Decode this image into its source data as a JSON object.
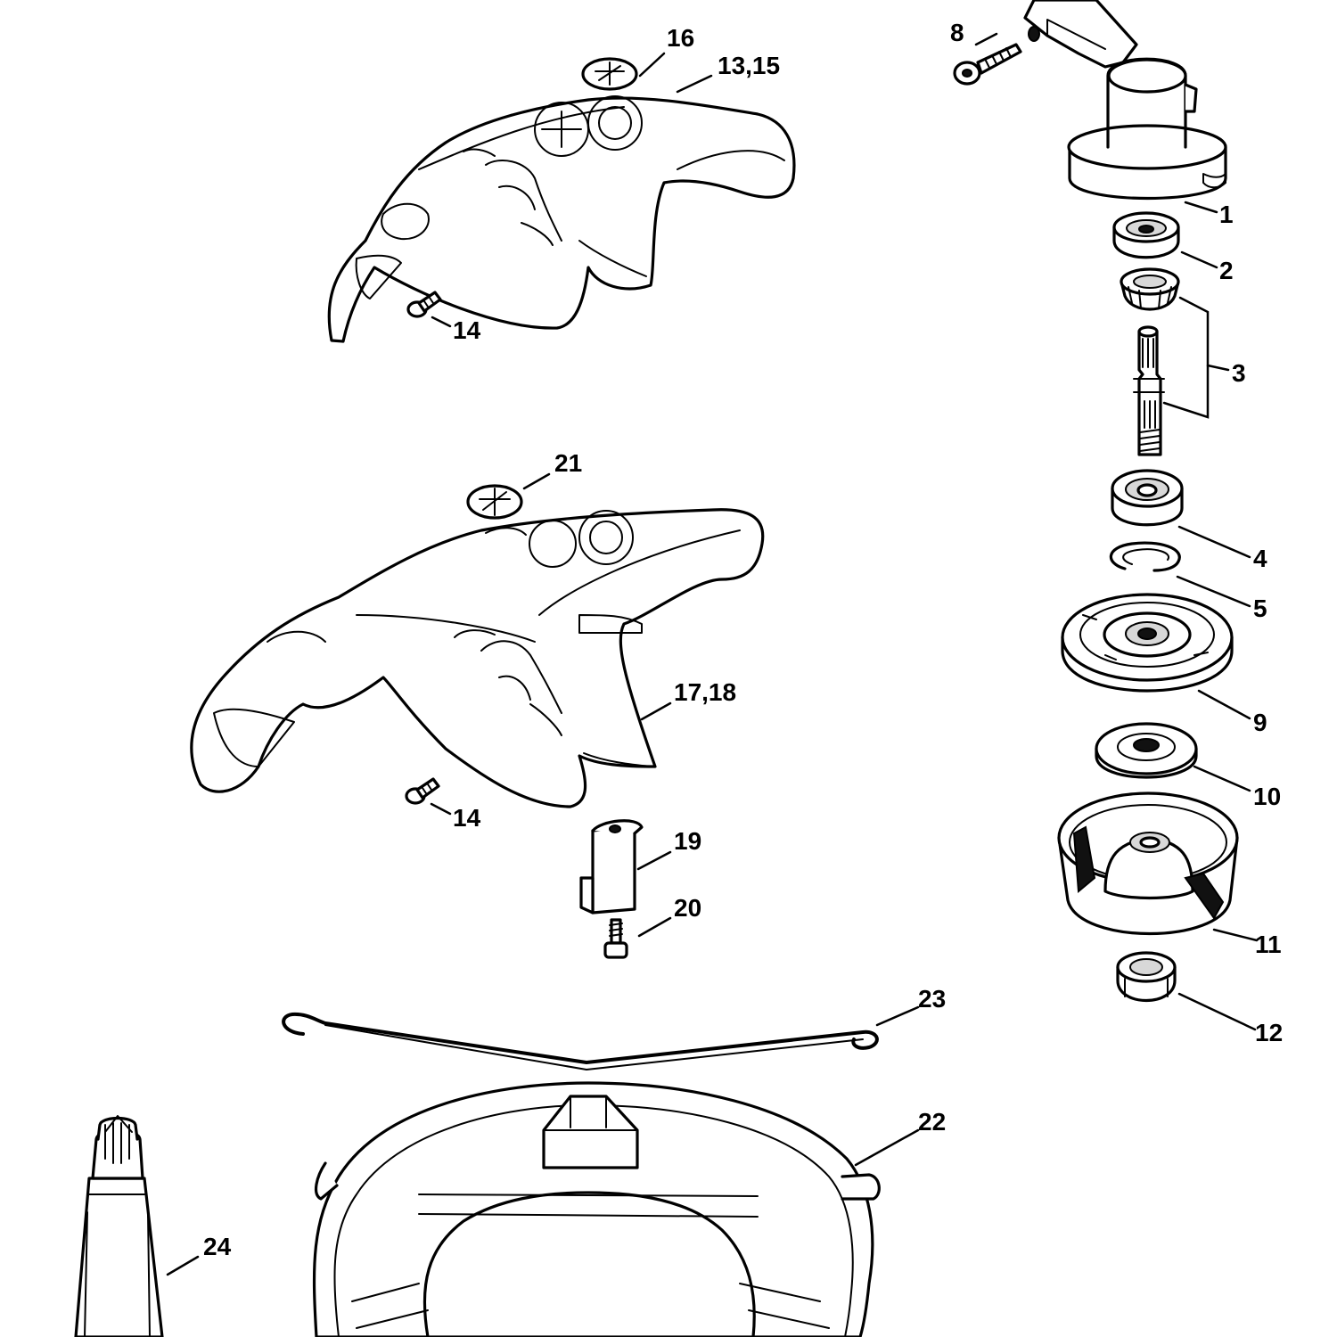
{
  "callouts": {
    "c1": "1",
    "c2": "2",
    "c3": "3",
    "c4": "4",
    "c5": "5",
    "c8": "8",
    "c9": "9",
    "c10": "10",
    "c11": "11",
    "c12": "12",
    "c13_15": "13,15",
    "c14_upper": "14",
    "c14_lower": "14",
    "c16": "16",
    "c17_18": "17,18",
    "c19": "19",
    "c20": "20",
    "c21": "21",
    "c22": "22",
    "c23": "23",
    "c24": "24"
  },
  "colors": {
    "line": "#000000",
    "background": "#ffffff"
  }
}
